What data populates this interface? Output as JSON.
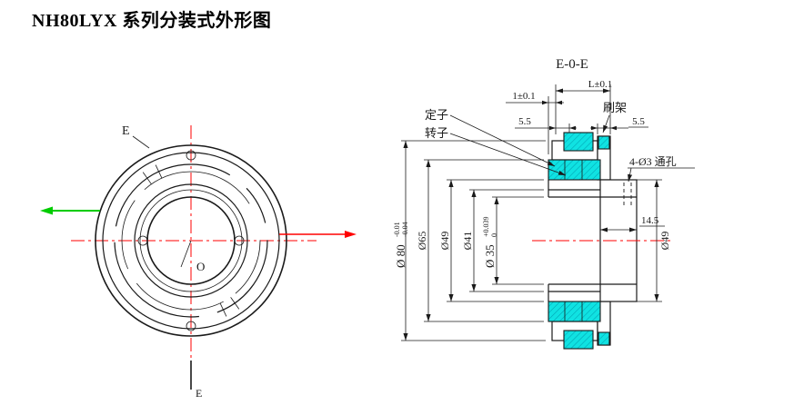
{
  "page": {
    "title": "NH80LYX 系列分装式外形图"
  },
  "colors": {
    "highlight": "#10e2e2",
    "centerline": "#ff0000",
    "wire_green": "#00cc00",
    "wire_red": "#ff0000",
    "line": "#1a1a1a"
  },
  "front_view": {
    "e_top": "E",
    "e_bottom": "E",
    "origin": "O"
  },
  "section_view": {
    "title": "E-0-E",
    "part_labels": {
      "stator": "定子",
      "rotor": "转子",
      "brush_frame": "刷架",
      "through_holes": "4-Ø3 通孔"
    },
    "dims": {
      "d1": "1±0.1",
      "dL": "L±0.1",
      "d55_left": "5.5",
      "d55_right": "5.5",
      "d145": "14.5",
      "dia80_base": "Ø 80",
      "dia80_tol_up": "-0.01",
      "dia80_tol_low": "-0.04",
      "dia65": "Ø65",
      "dia49_left": "Ø49",
      "dia41": "Ø41",
      "dia35_base": "Ø 35",
      "dia35_tol_up": "+0.039",
      "dia35_tol_low": "0",
      "dia49_right": "Ø49"
    }
  }
}
